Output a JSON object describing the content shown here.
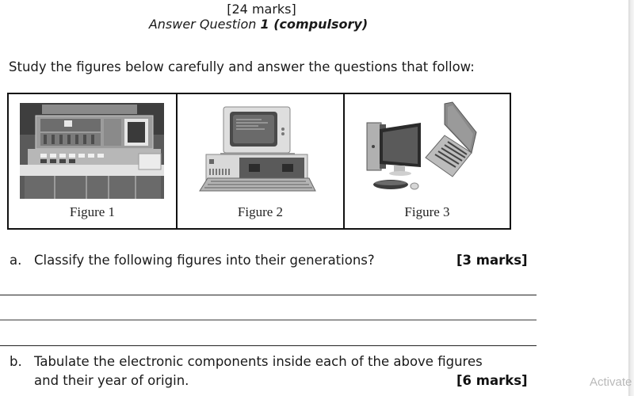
{
  "header": {
    "total_marks": "[24 marks]",
    "answer_prefix": "Answer Question ",
    "question_number": "1",
    "compulsory": " (compulsory)"
  },
  "instruction": "Study the figures below carefully and answer the questions that follow:",
  "figures": [
    {
      "caption": "Figure 1",
      "depicts": "first-generation mainframe console (vacuum tube era)"
    },
    {
      "caption": "Figure 2",
      "depicts": "early personal computer with CRT monitor, system unit and keyboard"
    },
    {
      "caption": "Figure 3",
      "depicts": "modern desktop tower with flat monitor, keyboard, mouse and laptop"
    }
  ],
  "questions": [
    {
      "label": "a.",
      "text": "Classify the following figures into their generations?",
      "marks": "[3 marks]",
      "answer_lines": 3
    },
    {
      "label": "b.",
      "text_line1": "Tabulate the electronic components inside each of the above figures",
      "text_line2": "and their year of origin.",
      "marks": "[6 marks]"
    }
  ],
  "watermark": "Activate"
}
